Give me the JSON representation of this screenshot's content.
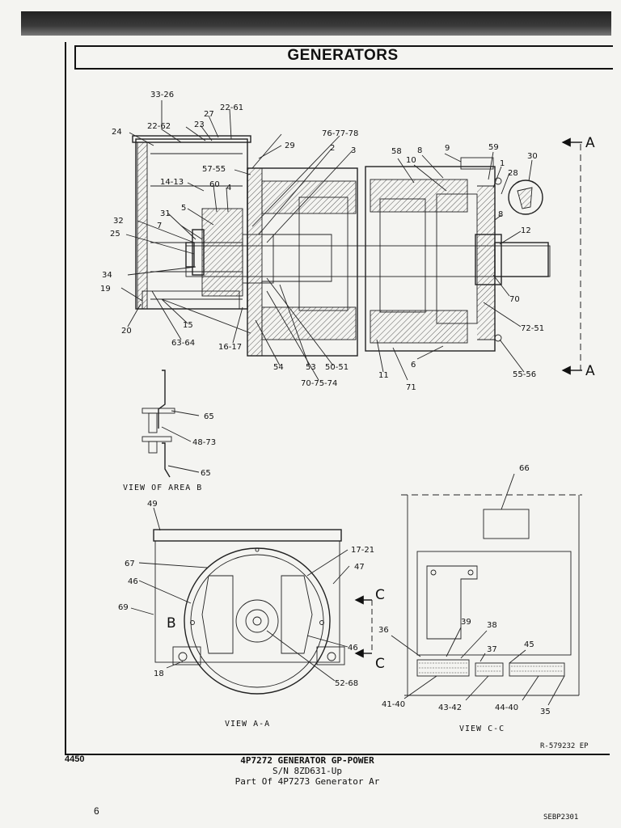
{
  "header": {
    "title": "GENERATORS"
  },
  "drawing_number": "R-579232 EP",
  "labels": {
    "l1": "33-26",
    "l2": "22-61",
    "l3": "27",
    "l4": "23",
    "l5": "22-62",
    "l6": "24",
    "l7": "76-77-78",
    "l8": "29",
    "l9": "2",
    "l10": "3",
    "l11": "57-55",
    "l12": "14-13",
    "l13": "60",
    "l14": "4",
    "l15": "5",
    "l16": "31",
    "l17": "32",
    "l18": "7",
    "l19": "25",
    "l20": "34",
    "l21": "19",
    "l22": "20",
    "l23": "15",
    "l24": "63-64",
    "l25": "16-17",
    "l26": "54",
    "l27": "53",
    "l28": "50-51",
    "l29": "70-75-74",
    "l30": "58",
    "l31": "8",
    "l32": "9",
    "l33": "10",
    "l34": "59",
    "l35": "1",
    "l36": "30",
    "l37": "28",
    "l38": "8",
    "l39": "12",
    "l40": "70",
    "l41": "72-51",
    "l42": "55-56",
    "l43": "6",
    "l44": "11",
    "l45": "71",
    "l46": "A",
    "l47": "A",
    "l48": "65",
    "l49": "48-73",
    "l50": "65",
    "l51": "49",
    "l52": "67",
    "l53": "46",
    "l54": "69",
    "l55": "B",
    "l56": "18",
    "l57": "17-21",
    "l58": "47",
    "l59": "C",
    "l60": "C",
    "l61": "46",
    "l62": "52-68",
    "l63": "66",
    "l64": "36",
    "l65": "39",
    "l66": "38",
    "l67": "37",
    "l68": "45",
    "l69": "41-40",
    "l70": "43-42",
    "l71": "44-40",
    "l72": "35"
  },
  "views": {
    "area_b": "VIEW OF AREA B",
    "aa": "VIEW A-A",
    "cc": "VIEW C-C"
  },
  "footer": {
    "page_code": "4450",
    "part_title": "4P7272 GENERATOR GP-POWER",
    "serial": "S/N 8ZD631-Up",
    "part_of": "Part Of 4P7273 Generator Ar",
    "page_number": "6",
    "doc_code": "SEBP2301"
  }
}
